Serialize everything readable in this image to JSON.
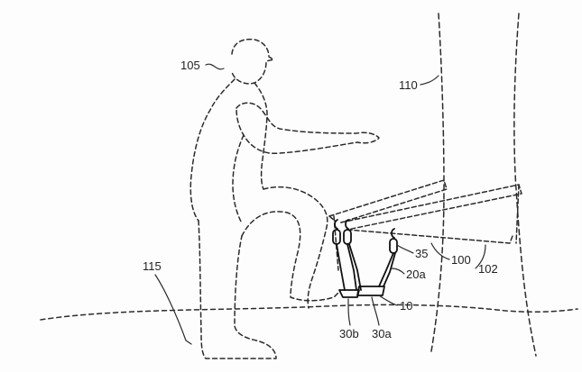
{
  "figure": {
    "labels": {
      "person": "105",
      "tree": "110",
      "ground": "115",
      "assembly": "100",
      "platform": "102",
      "connector": "35",
      "strap": "20a",
      "device": "10",
      "step_a": "30a",
      "step_b": "30b"
    },
    "colors": {
      "line": "#2b2b2b",
      "background": "#fdfdfd"
    }
  }
}
